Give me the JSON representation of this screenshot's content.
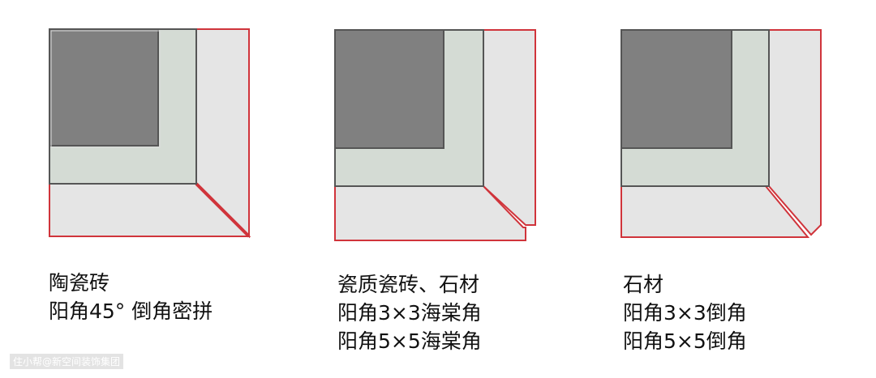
{
  "colors": {
    "outline_red": "#d0343b",
    "tile_dark": "#808080",
    "mortar_green": "#d4dbd4",
    "stone_light": "#e5e5e5",
    "stroke_dark": "#555555"
  },
  "diagrams": [
    {
      "lines": [
        "陶瓷砖",
        "阳角45° 倒角密拼"
      ]
    },
    {
      "lines": [
        "瓷质瓷砖、石材",
        "阳角3×3海棠角",
        "阳角5×5海棠角"
      ]
    },
    {
      "lines": [
        "石材",
        "阳角3×3倒角",
        "阳角5×5倒角"
      ]
    }
  ],
  "watermark": "住小帮@新空间装饰集团"
}
